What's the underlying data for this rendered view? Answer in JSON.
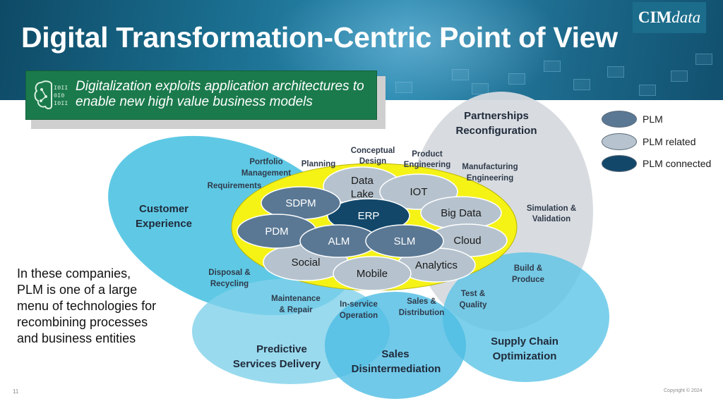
{
  "title": "Digital Transformation-Centric Point of View",
  "logo": {
    "part1": "CIM",
    "part2": "data"
  },
  "tagline": {
    "line1": "Digitalization exploits application architectures to",
    "line2": "enable new high value business models",
    "icon": "brain-binary-icon"
  },
  "legend": [
    {
      "label": "PLM",
      "color": "#5a7894"
    },
    {
      "label": "PLM related",
      "color": "#b7c4cf"
    },
    {
      "label": "PLM connected",
      "color": "#12476a"
    }
  ],
  "colors": {
    "highlight": "#f5f216",
    "customer_zone": "#5cc8e4",
    "partnership_zone": "#d4d8de",
    "supply_zone": "#5fc2e4",
    "predictive_zone": "#7fd0ea",
    "sales_zone": "#4bbbe2"
  },
  "zones": {
    "customer": [
      "Customer",
      "Experience"
    ],
    "partnerships": [
      "Partnerships",
      "Reconfiguration"
    ],
    "predictive": [
      "Predictive",
      "Services Delivery"
    ],
    "sales": [
      "Sales",
      "Disintermediation"
    ],
    "supply": [
      "Supply Chain",
      "Optimization"
    ]
  },
  "stages": {
    "portfolio": [
      "Portfolio",
      "Management"
    ],
    "requirements": "Requirements",
    "planning": "Planning",
    "conceptual": [
      "Conceptual",
      "Design"
    ],
    "product_eng": [
      "Product",
      "Engineering"
    ],
    "manufacturing": [
      "Manufacturing",
      "Engineering"
    ],
    "simulation": [
      "Simulation &",
      "Validation"
    ],
    "build": [
      "Build &",
      "Produce"
    ],
    "test": [
      "Test &",
      "Quality"
    ],
    "sales_dist": [
      "Sales &",
      "Distribution"
    ],
    "inservice": [
      "In-service",
      "Operation"
    ],
    "maintenance": [
      "Maintenance",
      "& Repair"
    ],
    "disposal": [
      "Disposal &",
      "Recycling"
    ]
  },
  "nodes": {
    "data_lake": [
      "Data",
      "Lake"
    ],
    "iot": "IOT",
    "sdpm": "SDPM",
    "erp": "ERP",
    "big_data": "Big Data",
    "pdm": "PDM",
    "alm": "ALM",
    "slm": "SLM",
    "cloud": "Cloud",
    "social": "Social",
    "analytics": "Analytics",
    "mobile": "Mobile"
  },
  "left_text": "In these companies, PLM is one of a large menu of technologies for recombining processes and business entities",
  "page_number": "11",
  "copyright": "Copyright © 2024"
}
